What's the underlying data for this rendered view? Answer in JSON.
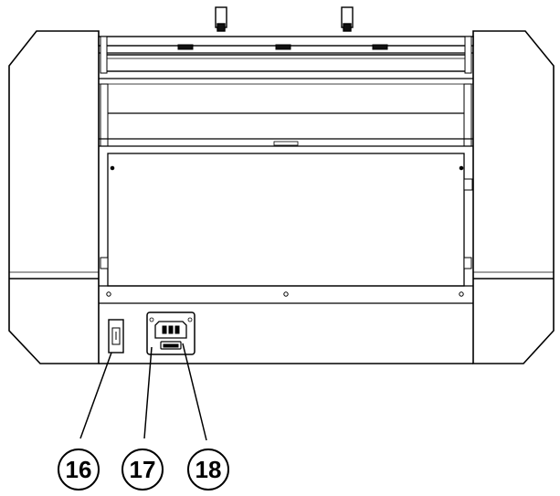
{
  "diagram": {
    "callouts": [
      {
        "id": "16",
        "label": "16"
      },
      {
        "id": "17",
        "label": "17"
      },
      {
        "id": "18",
        "label": "18"
      }
    ]
  }
}
